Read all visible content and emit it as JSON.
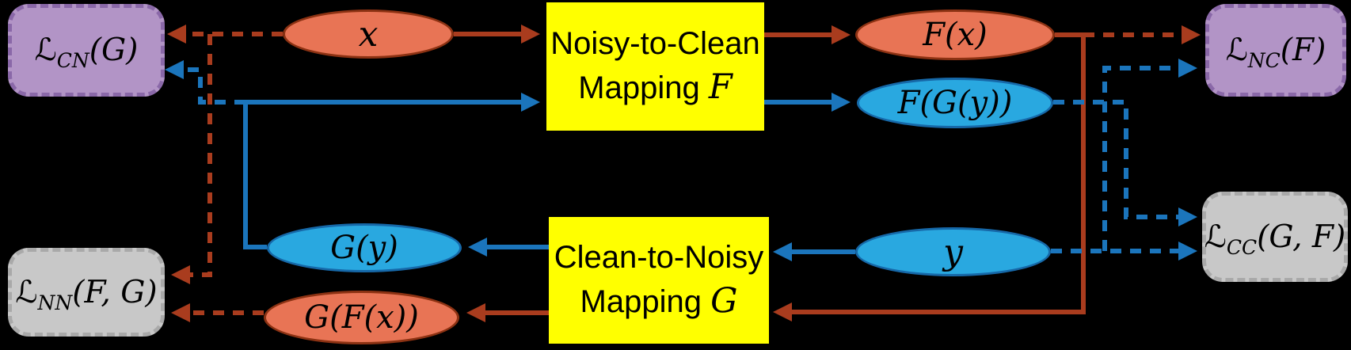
{
  "mappings": {
    "f": {
      "line1": "Noisy-to-Clean",
      "line2_prefix": "Mapping",
      "line2_var": "F"
    },
    "g": {
      "line1": "Clean-to-Noisy",
      "line2_prefix": "Mapping",
      "line2_var": "G"
    }
  },
  "variables": {
    "x": "x",
    "fx": "F(x)",
    "fgy": "F(G(y))",
    "gy": "G(y)",
    "gfx": "G(F(x))",
    "y": "y"
  },
  "losses": {
    "cn": {
      "script": "ℒ",
      "sub": "CN",
      "args": "(G)"
    },
    "nc": {
      "script": "ℒ",
      "sub": "NC",
      "args": "(F)"
    },
    "nn": {
      "script": "ℒ",
      "sub": "NN",
      "args": "(F, G)"
    },
    "cc": {
      "script": "ℒ",
      "sub": "CC",
      "args": "(G, F)"
    }
  },
  "colors": {
    "background": "#000000",
    "noisy_fill": "#E87455",
    "noisy_border": "#8C3213",
    "clean_fill": "#29A8E0",
    "clean_border": "#1668A8",
    "mapping_fill": "#FFFF00",
    "gan_loss_fill": "#B294C6",
    "gan_loss_border": "#8A68A8",
    "cycle_loss_fill": "#C8C8C8",
    "cycle_loss_border": "#A9A9A9",
    "noisy_arrow": "#A93C1E",
    "clean_arrow": "#1B75BC"
  }
}
